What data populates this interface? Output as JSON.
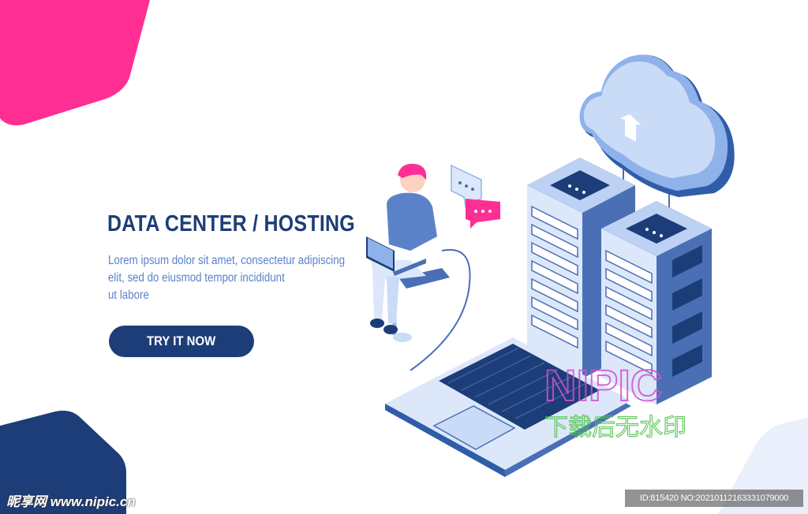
{
  "hero": {
    "title": "DATA CENTER / HOSTING",
    "body_lines": [
      "Lorem ipsum dolor sit amet, consectetur adipiscing",
      "elit, sed do eiusmod tempor incididunt",
      "ut labore"
    ],
    "cta_label": "TRY IT NOW"
  },
  "watermark": {
    "brand": "NIPIC",
    "slogan": "下载后无水印",
    "site": "昵享网 www.nipic.cn",
    "id_text": "ID:815420 NO:20210112163331079000"
  },
  "colors": {
    "navy": "#1d3d78",
    "accent_blue": "#5b82c8",
    "magenta": "#ff2e93",
    "server_blue": "#4a6fb5",
    "light_blue": "#dce8fa"
  },
  "icons": [
    "cloud-upload-icon",
    "server-rack-icon",
    "laptop-icon",
    "chat-bubble-icon",
    "person-icon"
  ]
}
